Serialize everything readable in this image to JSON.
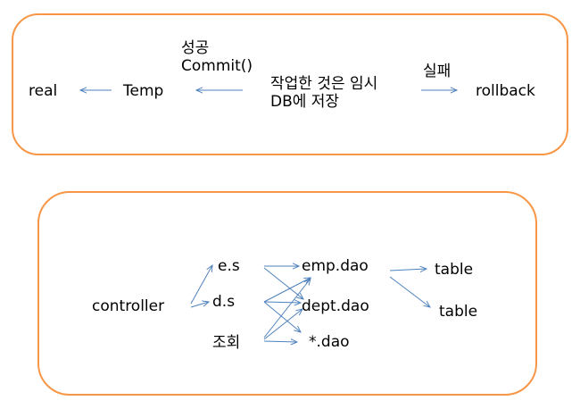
{
  "diagram1": {
    "real": "real",
    "temp": "Temp",
    "success_label": "성공\nCommit()",
    "work_label": "작업한 것은 임시\nDB에 저장",
    "failure_label": "실패",
    "rollback": "rollback"
  },
  "diagram2": {
    "controller": "controller",
    "es": "e.s",
    "ds": "d.s",
    "query": "조회",
    "emp_dao": "emp.dao",
    "dept_dao": "dept.dao",
    "star_dao": "*.dao",
    "table_1": "table",
    "table_2": "table"
  },
  "colors": {
    "box_border": "#f79646",
    "arrow": "#4f81bd"
  }
}
